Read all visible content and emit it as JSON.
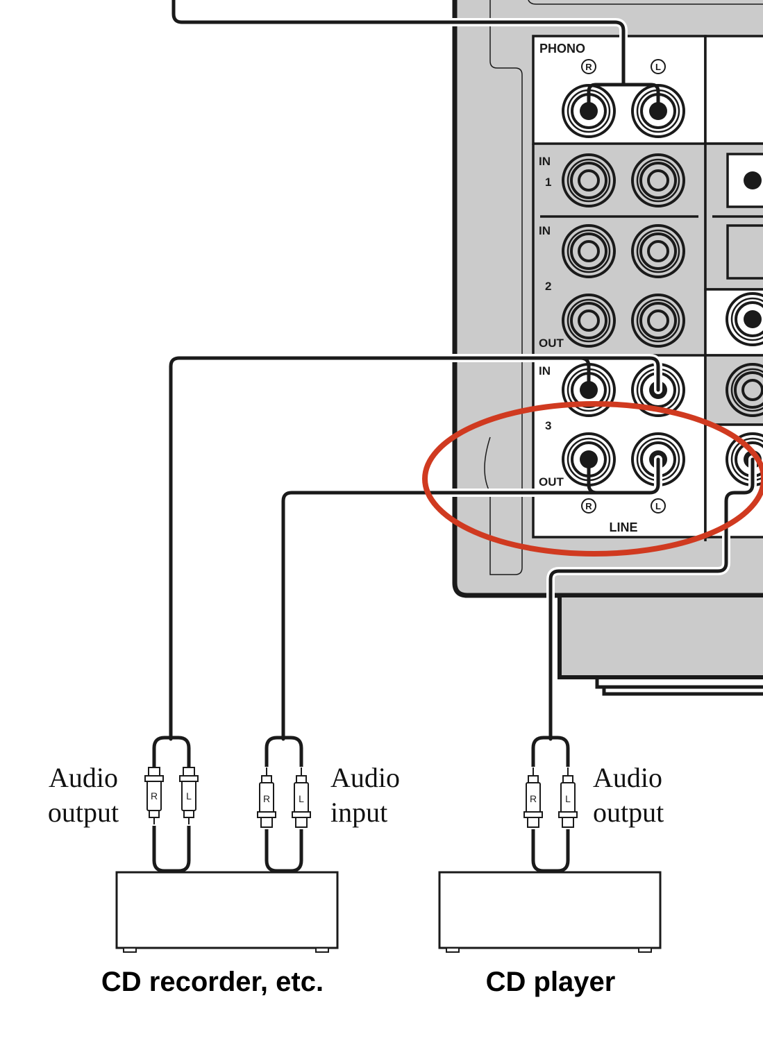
{
  "panel": {
    "phono_label": "PHONO",
    "right_mark": "R",
    "left_mark": "L",
    "in_label": "IN",
    "out_label": "OUT",
    "in1_number": "1",
    "in2_number": "2",
    "in3_number": "3",
    "line_label": "LINE"
  },
  "devices": [
    {
      "caption": "CD recorder, etc.",
      "ports": [
        {
          "label_line1": "Audio",
          "label_line2": "output",
          "plug_r": "R",
          "plug_l": "L"
        },
        {
          "label_line1": "Audio",
          "label_line2": "input",
          "plug_r": "R",
          "plug_l": "L"
        }
      ]
    },
    {
      "caption": "CD player",
      "ports": [
        {
          "label_line1": "Audio",
          "label_line2": "output",
          "plug_r": "R",
          "plug_l": "L"
        }
      ]
    }
  ],
  "colors": {
    "panel_gray": "#cbcbcb",
    "line": "#1a1a1a",
    "highlight": "#d03a20"
  }
}
